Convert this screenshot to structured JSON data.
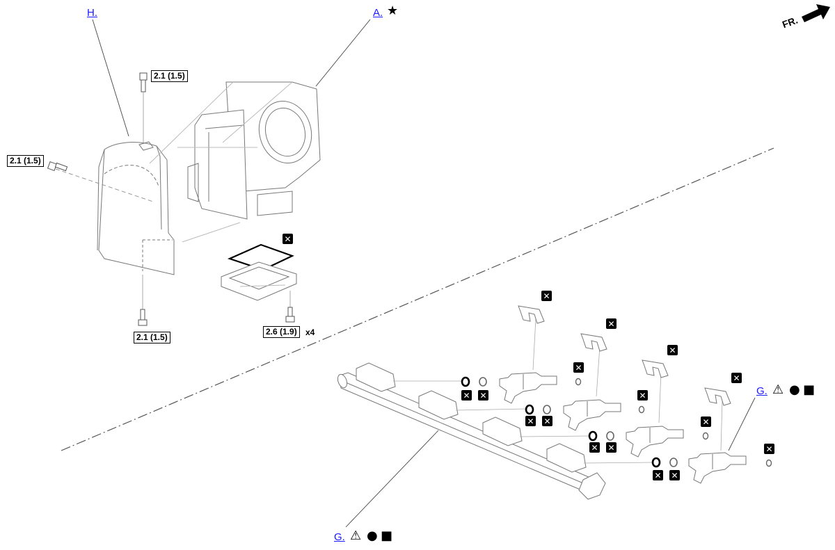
{
  "references": {
    "throttle_body": "A.",
    "cover": "H.",
    "fuel_rail_right": "G.",
    "fuel_rail_bottom": "G."
  },
  "symbols": {
    "star": "★",
    "caution": "⚠",
    "circle": "●",
    "square": "■",
    "replace": "✕"
  },
  "torque": {
    "cover_top_bolt": "2.1 (1.5)",
    "cover_side_bolt": "2.1 (1.5)",
    "cover_bottom_bolt": "2.1 (1.5)",
    "gasket_bolt": "2.6 (1.9)"
  },
  "quantity": {
    "gasket_bolt": "x4"
  },
  "direction": {
    "front_label": "FR."
  }
}
